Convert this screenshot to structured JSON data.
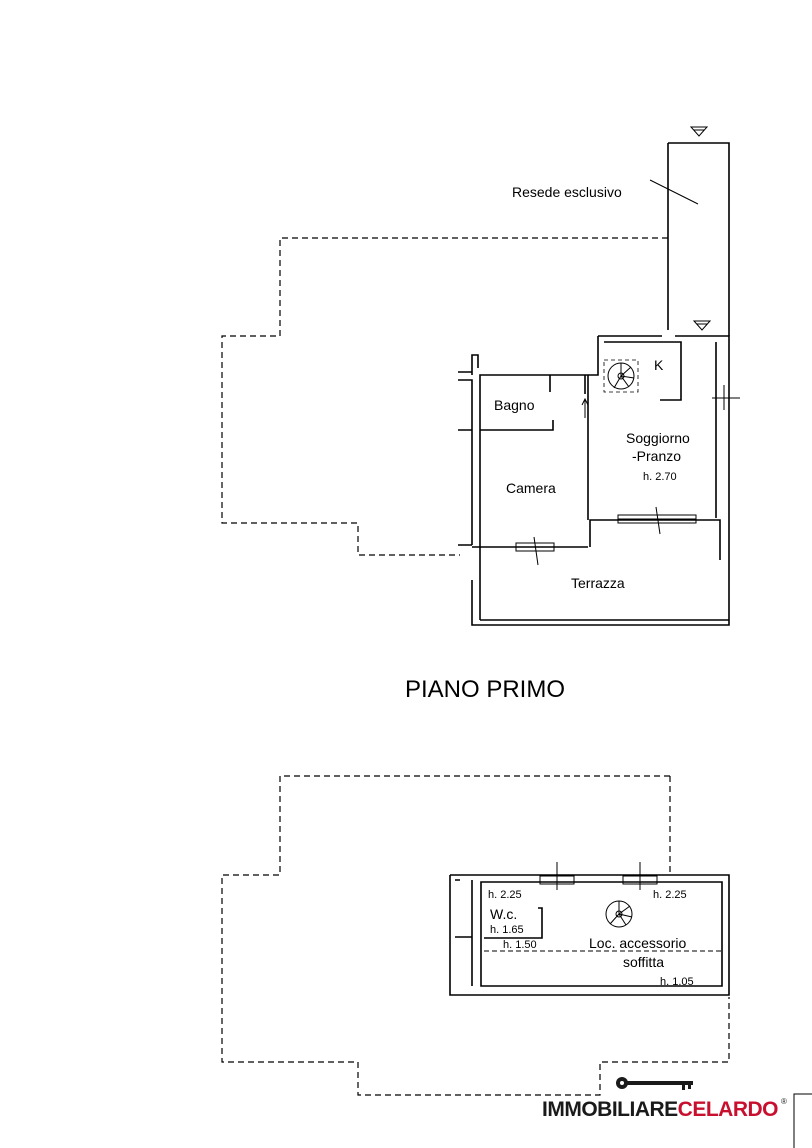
{
  "floor_plan": {
    "title": "PIANO PRIMO",
    "upper": {
      "resede_label": "Resede esclusivo",
      "rooms": {
        "kitchen": "K",
        "bathroom": "Bagno",
        "living_1": "Soggiorno",
        "living_2": "-Pranzo",
        "living_height": "h. 2.70",
        "bedroom": "Camera",
        "terrace": "Terrazza"
      }
    },
    "lower": {
      "height_left_top": "h. 2.25",
      "height_right_top": "h. 2.25",
      "wc": "W.c.",
      "height_165": "h. 1.65",
      "height_150": "h. 1.50",
      "attic_1": "Loc. accessorio",
      "attic_2": "soffitta",
      "height_105": "h. 1.05"
    }
  },
  "branding": {
    "logo_part1": "IMMOBILIARE",
    "logo_part2": "CELARDO",
    "registered": "®",
    "colors": {
      "dark": "#1a1a1a",
      "accent": "#c8102e"
    }
  }
}
